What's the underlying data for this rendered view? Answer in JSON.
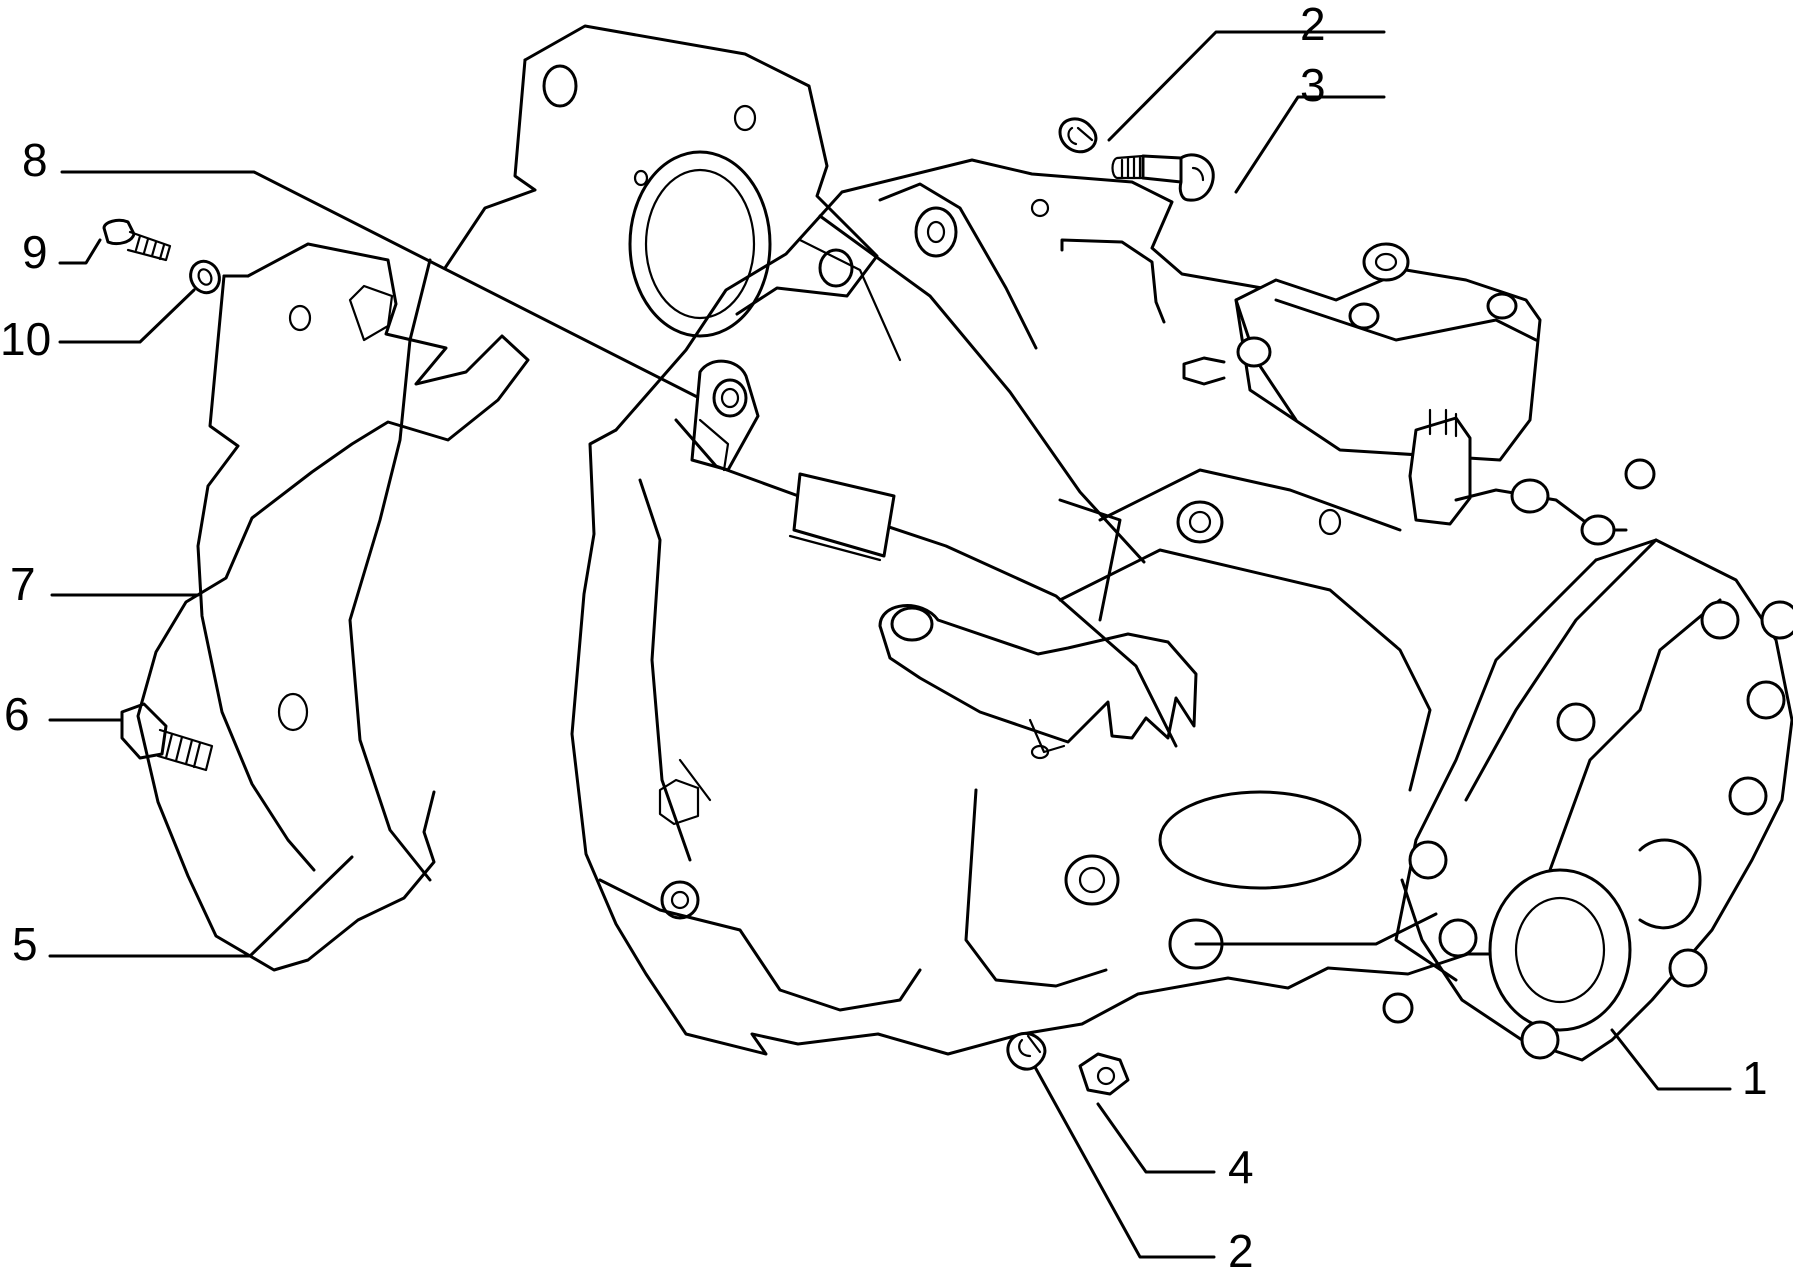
{
  "callouts": {
    "c1": "1",
    "c2_top": "2",
    "c2_bottom": "2",
    "c3": "3",
    "c4": "4",
    "c5": "5",
    "c6": "6",
    "c7": "7",
    "c8": "8",
    "c9": "9",
    "c10": "10"
  }
}
